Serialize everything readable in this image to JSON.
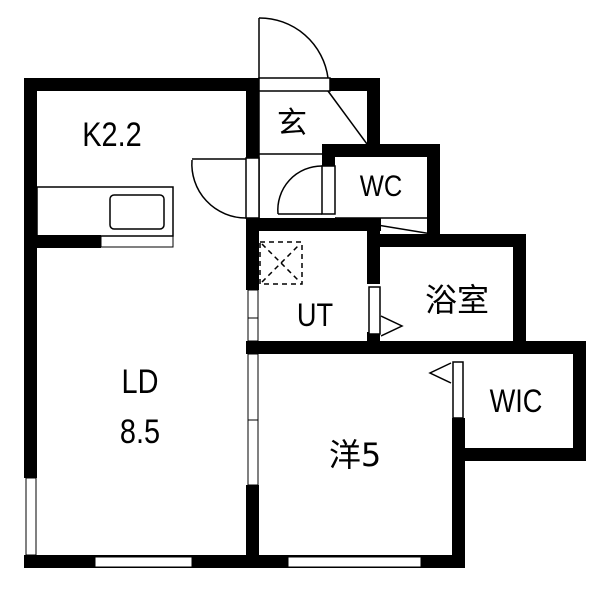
{
  "plan": {
    "rooms": [
      {
        "id": "kitchen",
        "label": "K2.2"
      },
      {
        "id": "entrance",
        "label": "玄"
      },
      {
        "id": "wc",
        "label": "WC"
      },
      {
        "id": "utility",
        "label": "UT"
      },
      {
        "id": "bathroom",
        "label": "浴室"
      },
      {
        "id": "living",
        "label_line1": "LD",
        "label_line2": "8.5"
      },
      {
        "id": "western",
        "label": "洋5"
      },
      {
        "id": "wic",
        "label": "WIC"
      }
    ]
  },
  "colors": {
    "wall": "#000000",
    "background": "#ffffff"
  }
}
